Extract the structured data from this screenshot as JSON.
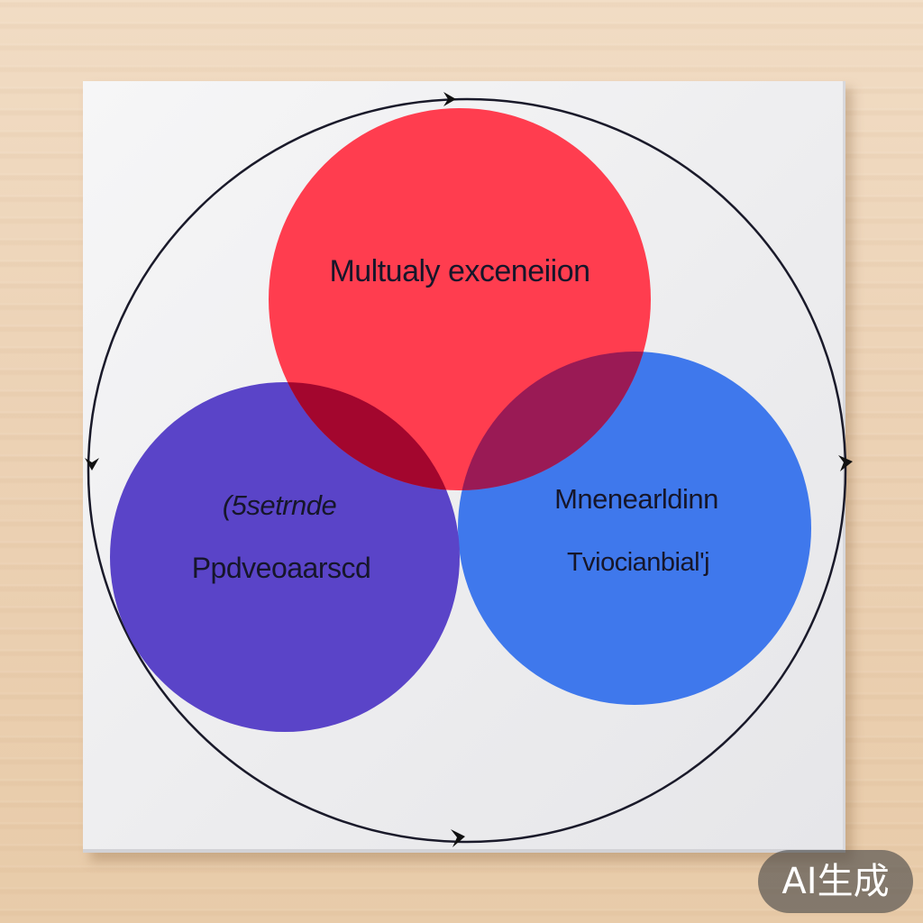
{
  "diagram": {
    "circles": [
      {
        "id": "top",
        "color": "#ff3d4f",
        "labels": [
          "Multualy exceneiion"
        ]
      },
      {
        "id": "left",
        "color": "#5a44c8",
        "labels": [
          "(5setrnde",
          "Ppdveoaarscd"
        ]
      },
      {
        "id": "right",
        "color": "#3f78ec",
        "labels": [
          "Mnenearldinn",
          "Tviocianbial'j"
        ]
      }
    ],
    "colors": {
      "top_overlap_left": "#a3062e",
      "top_overlap_right": "#9a1a55",
      "outline": "#1a1a2a",
      "board": "#efeff1",
      "table": "#ecd2b5"
    }
  },
  "watermark": {
    "text": "AI生成"
  }
}
